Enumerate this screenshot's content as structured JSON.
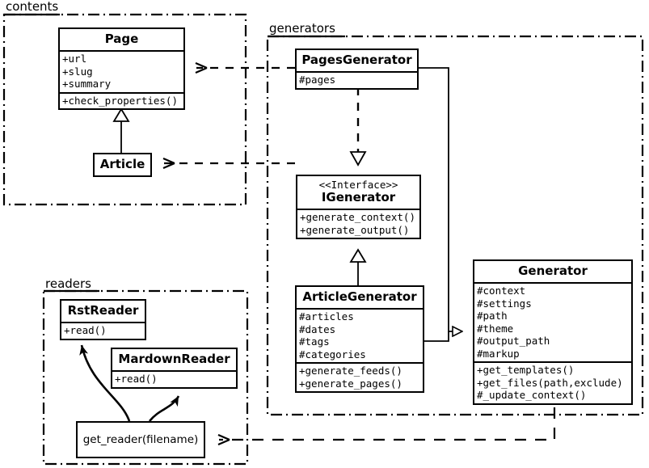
{
  "diagram": {
    "title": "Pelican architecture UML class diagram",
    "stroke_color": "#000000",
    "background": "#ffffff"
  },
  "packages": [
    {
      "id": "contents",
      "label": "contents"
    },
    {
      "id": "generators",
      "label": "generators"
    },
    {
      "id": "readers",
      "label": "readers"
    }
  ],
  "classes": {
    "page": {
      "name": "Page",
      "attributes": [
        "+url",
        "+slug",
        "+summary"
      ],
      "operations": [
        "+check_properties()"
      ]
    },
    "article": {
      "name": "Article",
      "attributes": [],
      "operations": []
    },
    "pages_generator": {
      "name": "PagesGenerator",
      "attributes": [
        "#pages"
      ],
      "operations": []
    },
    "igenerator": {
      "stereotype": "<<Interface>>",
      "name": "IGenerator",
      "attributes": [],
      "operations": [
        "+generate_context()",
        "+generate_output()"
      ]
    },
    "article_generator": {
      "name": "ArticleGenerator",
      "attributes": [
        "#articles",
        "#dates",
        "#tags",
        "#categories"
      ],
      "operations": [
        "+generate_feeds()",
        "+generate_pages()"
      ]
    },
    "generator": {
      "name": "Generator",
      "attributes": [
        "#context",
        "#settings",
        "#path",
        "#theme",
        "#output_path",
        "#markup"
      ],
      "operations": [
        "+get_templates()",
        "+get_files(path,exclude)",
        "#_update_context()"
      ]
    },
    "rst_reader": {
      "name": "RstReader",
      "attributes": [],
      "operations": [
        "+read()"
      ]
    },
    "mardown_reader": {
      "name": "MardownReader",
      "attributes": [],
      "operations": [
        "+read()"
      ]
    },
    "get_reader": {
      "name": "get_reader(filename)"
    }
  },
  "relations": [
    {
      "id": "article-generalizes-page",
      "type": "generalization",
      "from": "Article",
      "to": "Page"
    },
    {
      "id": "pagesgenerator-realizes-igenerator",
      "type": "realization",
      "from": "PagesGenerator",
      "to": "IGenerator"
    },
    {
      "id": "articlegenerator-generalizes-igenerator",
      "type": "generalization",
      "from": "ArticleGenerator",
      "to": "IGenerator"
    },
    {
      "id": "pagesgenerator-generalizes-generator",
      "type": "generalization",
      "from": "PagesGenerator",
      "to": "Generator"
    },
    {
      "id": "articlegenerator-generalizes-generator",
      "type": "generalization",
      "from": "ArticleGenerator",
      "to": "Generator"
    },
    {
      "id": "pagesgenerator-depends-page",
      "type": "dependency",
      "from": "PagesGenerator",
      "to": "Page"
    },
    {
      "id": "articlegenerator-depends-article",
      "type": "dependency",
      "from": "ArticleGenerator",
      "to": "Article"
    },
    {
      "id": "generator-depends-get_reader",
      "type": "dependency",
      "from": "Generator",
      "to": "get_reader(filename)"
    },
    {
      "id": "get_reader-uses-rstreader",
      "type": "usage",
      "from": "get_reader(filename)",
      "to": "RstReader"
    },
    {
      "id": "get_reader-uses-mardownreader",
      "type": "usage",
      "from": "get_reader(filename)",
      "to": "MardownReader"
    }
  ]
}
